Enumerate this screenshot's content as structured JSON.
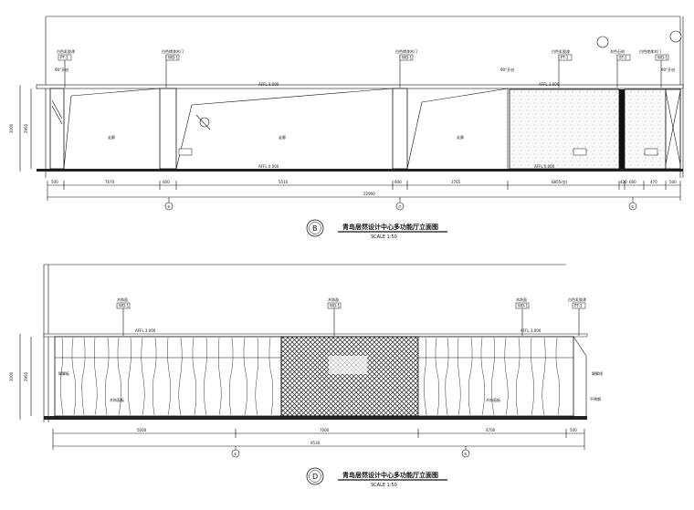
{
  "elevation_b": {
    "marker": "B",
    "title": "青岛居然设计中心多功能厅立面图",
    "scale": "SCALE 1:50",
    "callouts": [
      "白色乳胶漆",
      "白色烤漆木门",
      "白色烤漆木门",
      "白色乳胶漆",
      "灰色石材",
      "白色烤漆木门"
    ],
    "callout_codes": [
      "PT-1",
      "WD-1",
      "WD-1",
      "PT-1",
      "ST-1",
      "WD-1"
    ],
    "room_labels": [
      "走廊",
      "走廊",
      "走廊"
    ],
    "openings": [
      "90°开启",
      "90°开启",
      "90°开启"
    ],
    "levels": [
      "AFFL 3.000",
      "AFFL 0.000",
      "AFFL 3.000",
      "AFFL 0.000"
    ],
    "left_dims": [
      "3000",
      "2950"
    ],
    "bottom_dims": [
      "500",
      "7670",
      "600",
      "5510",
      "600",
      "3765",
      "6855(包)",
      "420",
      "600",
      "470",
      "500"
    ],
    "total_dim": "22900",
    "grid_refs": [
      "⑥",
      "⑦",
      "⑤"
    ]
  },
  "elevation_d": {
    "marker": "D",
    "title": "青岛居然设计中心多功能厅立面图",
    "scale": "SCALE 1:50",
    "callouts": [
      "木饰面",
      "木饰面",
      "木饰面",
      "白色乳胶漆"
    ],
    "callout_codes": [
      "WD-1",
      "WD-1",
      "WD-1",
      "PT-1"
    ],
    "levels": [
      "AFFL 3.000",
      "AFFL 3.000"
    ],
    "side_labels": [
      "踢脚板",
      "踢脚线",
      "不锈钢"
    ],
    "inner_labels": [
      "木饰面板",
      "木饰面板"
    ],
    "left_dims": [
      "3000",
      "2950"
    ],
    "bottom_dims": [
      "5000",
      "7000",
      "4700",
      "500"
    ],
    "total_dim": "9530",
    "grid_refs": [
      "①",
      "④"
    ]
  }
}
